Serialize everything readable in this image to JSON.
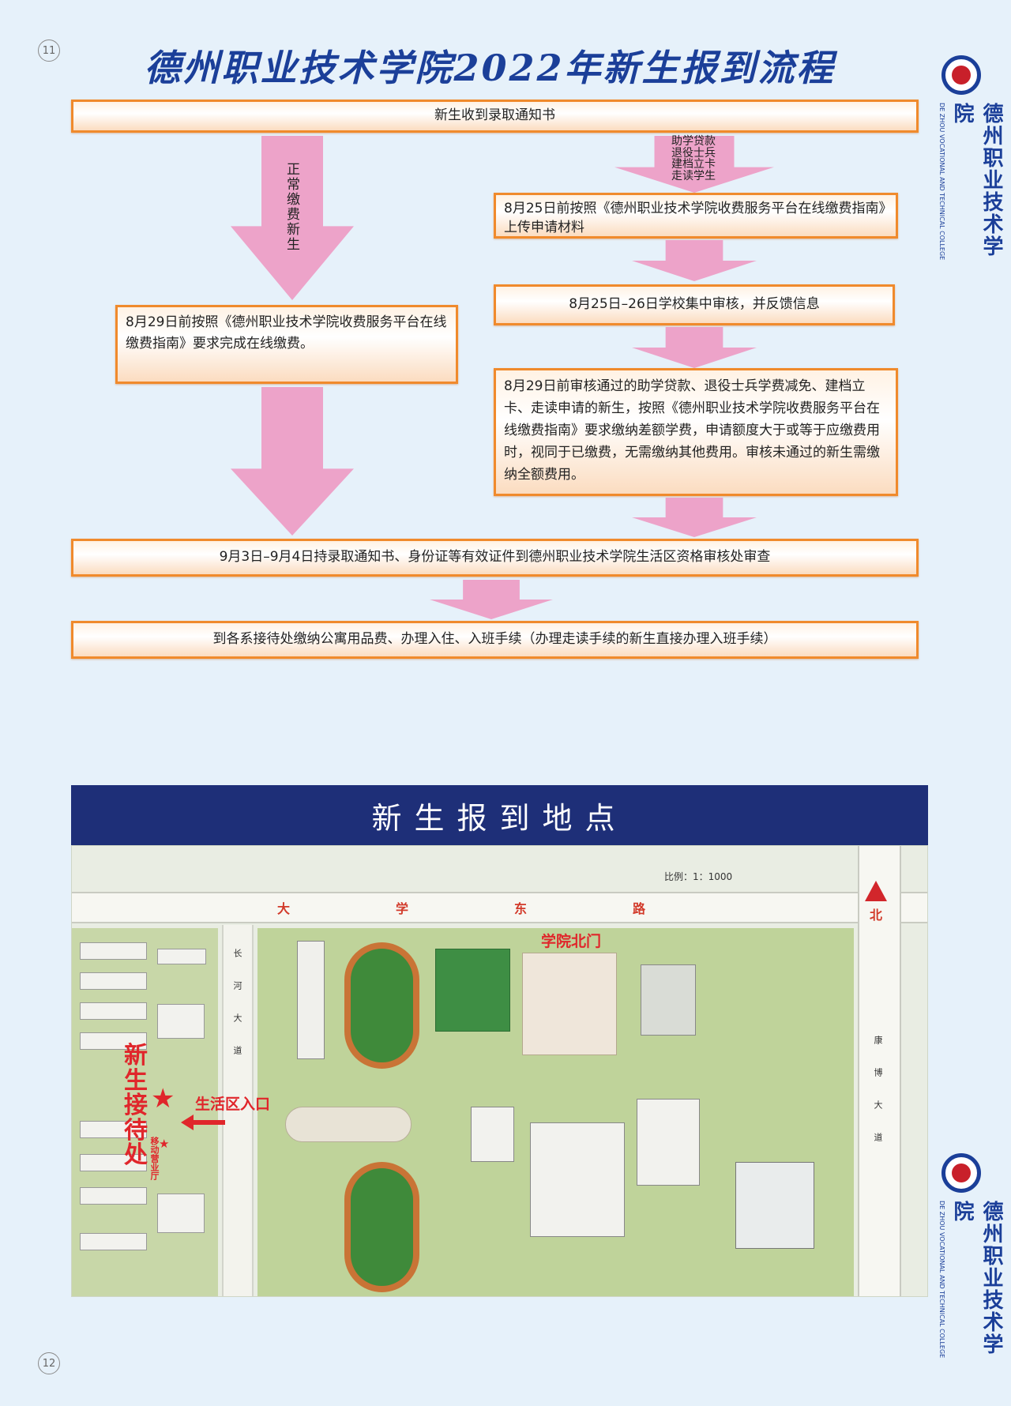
{
  "page_numbers": {
    "top": "11",
    "bottom": "12"
  },
  "title": "德州职业技术学院2022年新生报到流程",
  "college": {
    "name_cn": "德州职业技术学院",
    "name_en": "DE ZHOU VOCATIONAL AND TECHNICAL COLLEGE",
    "logo_icon": "college-emblem-icon",
    "logo_colors": {
      "ring": "#1b3f99",
      "center": "#c8202a"
    }
  },
  "flowchart": {
    "start": "新生收到录取通知书",
    "left_branch": {
      "arrow_label": "正常缴费新生",
      "step": "8月29日前按照《德州职业技术学院收费服务平台在线缴费指南》要求完成在线缴费。"
    },
    "right_branch": {
      "arrow_lines": [
        "助学贷款",
        "退役士兵",
        "建档立卡",
        "走读学生"
      ],
      "step1": "8月25日前按照《德州职业技术学院收费服务平台在线缴费指南》上传申请材料",
      "step2": "8月25日–26日学校集中审核，并反馈信息",
      "step3": "8月29日前审核通过的助学贷款、退役士兵学费减免、建档立卡、走读申请的新生，按照《德州职业技术学院收费服务平台在线缴费指南》要求缴纳差额学费，申请额度大于或等于应缴费用时，视同于已缴费，无需缴纳其他费用。审核未通过的新生需缴纳全额费用。"
    },
    "check": "9月3日–9月4日持录取通知书、身份证等有效证件到德州职业技术学院生活区资格审核处审查",
    "final": "到各系接待处缴纳公寓用品费、办理入住、入班手续（办理走读手续的新生直接办理入班手续）",
    "colors": {
      "box_border": "#f08a2c",
      "arrow": "#eda3c9"
    }
  },
  "location": {
    "banner": "新生报到地点",
    "scale": "比例：1：1000",
    "north": "北",
    "road_top": [
      "大",
      "学",
      "东",
      "路"
    ],
    "road_right": "康博大道",
    "road_left": "长河大道",
    "north_gate": "学院北门",
    "reception": [
      "新",
      "生",
      "接",
      "待",
      "处"
    ],
    "entrance": "生活区入口",
    "mobile_service": "移动营业厅",
    "marker_color": "#e0262b"
  }
}
